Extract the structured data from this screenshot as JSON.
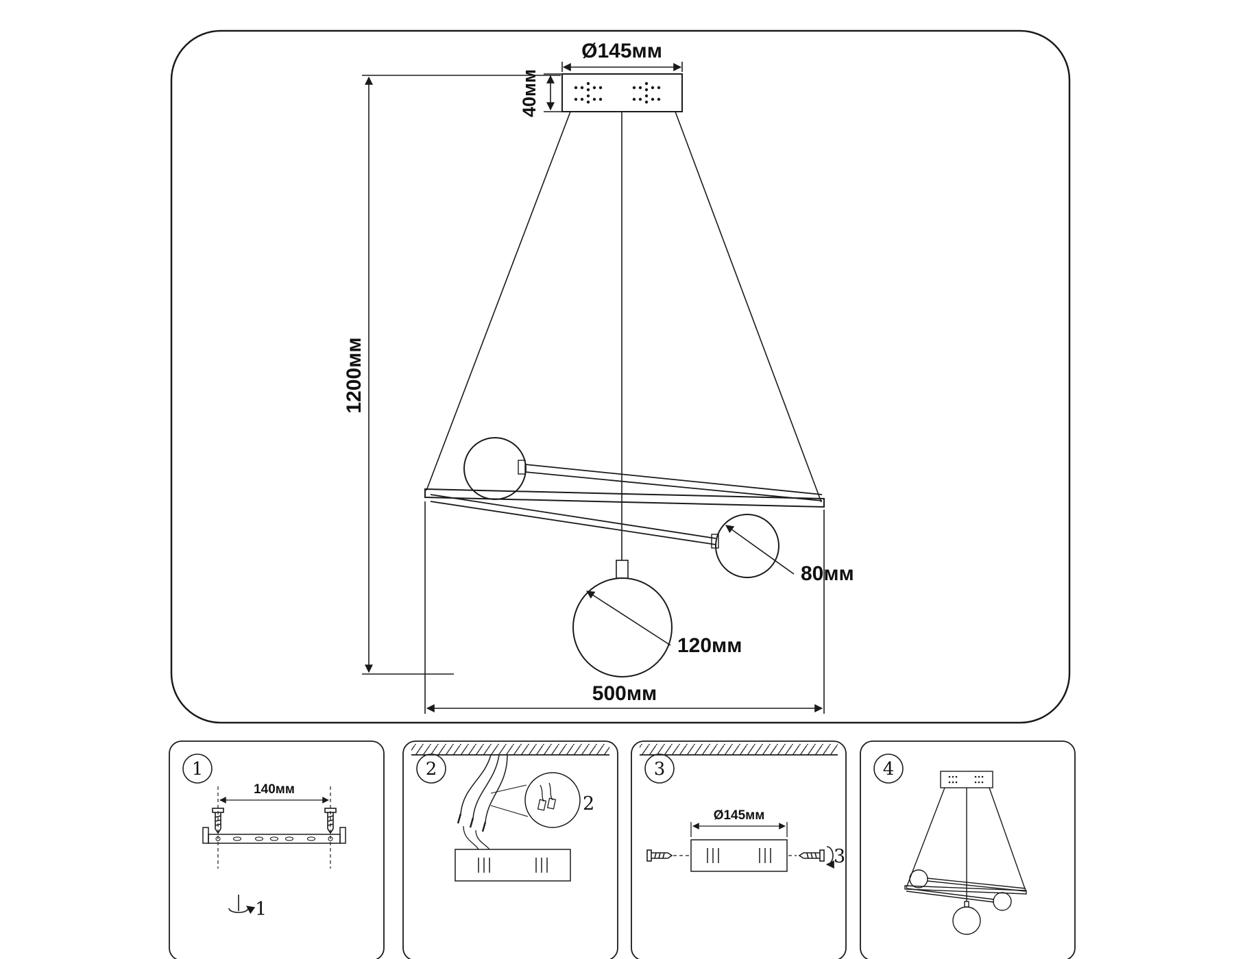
{
  "diagram": {
    "labels": {
      "canopy_diameter": "Ø145мм",
      "canopy_height": "40мм",
      "suspension_height": "1200мм",
      "small_sphere": "80мм",
      "large_sphere": "120мм",
      "fixture_width": "500мм"
    }
  },
  "steps": {
    "step1": {
      "number": "1",
      "bracket_width": "140мм",
      "action_number": "1"
    },
    "step2": {
      "number": "2",
      "callout_number": "2"
    },
    "step3": {
      "number": "3",
      "canopy_diameter": "Ø145мм",
      "action_number": "3"
    },
    "step4": {
      "number": "4"
    }
  }
}
